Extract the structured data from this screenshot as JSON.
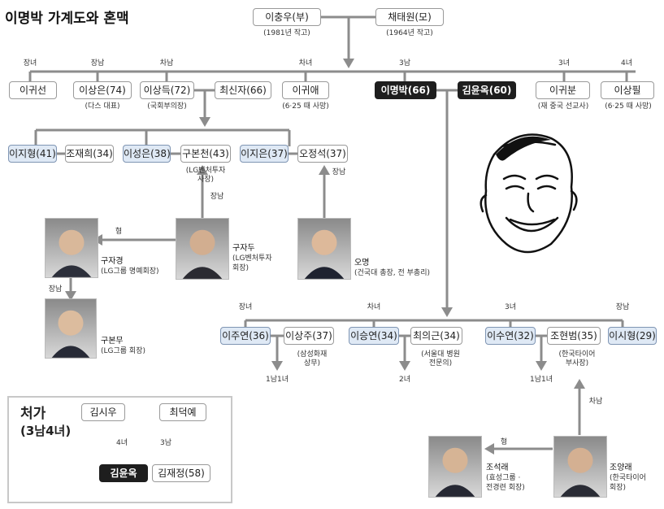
{
  "title": "이명박 가계도와 혼맥",
  "parents": {
    "father": {
      "name": "이충우(부)",
      "note": "(1981년 작고)"
    },
    "mother": {
      "name": "채태원(모)",
      "note": "(1964년 작고)"
    }
  },
  "siblings": [
    {
      "rank": "장녀",
      "name": "이귀선"
    },
    {
      "rank": "장남",
      "name": "이상은(74)",
      "note": "(다스 대표)"
    },
    {
      "rank": "차남",
      "name": "이상득(72)",
      "note": "(국회부의장)"
    },
    {
      "spouse": "최신자(66)"
    },
    {
      "rank": "차녀",
      "name": "이귀애",
      "note": "(6·25 때 사망)"
    },
    {
      "rank": "3남",
      "name": "이명박(66)"
    },
    {
      "spouse": "김윤옥(60)"
    },
    {
      "rank": "3녀",
      "name": "이귀분",
      "note": "(재 중국 선교사)"
    },
    {
      "rank": "4녀",
      "name": "이상필",
      "note": "(6·25 때 사망)"
    }
  ],
  "sangdeuk_children": [
    {
      "name": "이지형(41)",
      "spouse": "조재희(34)"
    },
    {
      "name": "이성은(38)",
      "spouse": "구본천(43)",
      "spouse_note1": "(LG벤처투자",
      "spouse_note2": "사장)"
    },
    {
      "name": "이지은(37)",
      "spouse": "오정석(37)"
    }
  ],
  "relations": {
    "hyung": "형",
    "jangnam": "장남",
    "chanam": "차남",
    "koo_jakyung": {
      "name": "구자경",
      "note": "(LG그룹 명예회장)"
    },
    "koo_jadu": {
      "name": "구자두",
      "note1": "(LG벤처투자",
      "note2": "회장)"
    },
    "oh_myung": {
      "name": "오명",
      "note": "(건국대 총장, 전 부총리)"
    },
    "koo_bonmu": {
      "name": "구본무",
      "note": "(LG그룹 회장)"
    },
    "cho_seokrae": {
      "name": "조석래",
      "note1": "(효성그룹 ·",
      "note2": "전경련 회장)"
    },
    "cho_yangrae": {
      "name": "조양래",
      "note1": "(한국타이어",
      "note2": "회장)"
    }
  },
  "mb_children": [
    {
      "rank": "장녀",
      "name": "이주연(36)",
      "spouse": "이상주(37)",
      "note1": "(삼성화재",
      "note2": "상무)",
      "kids": "1남1녀"
    },
    {
      "rank": "차녀",
      "name": "이승연(34)",
      "spouse": "최의근(34)",
      "note1": "(서울대 병원",
      "note2": "전문의)",
      "kids": "2녀"
    },
    {
      "rank": "3녀",
      "name": "이수연(32)",
      "spouse": "조현범(35)",
      "note1": "(한국타이어",
      "note2": "부사장)",
      "kids": "1남1녀"
    },
    {
      "rank": "장남",
      "name": "이시형(29)"
    }
  ],
  "inlaws": {
    "title": "처가",
    "subtitle": "(3남4녀)",
    "father": "김시우",
    "mother": "최덕예",
    "rank_left": "4녀",
    "rank_right": "3남",
    "daughter": "김윤옥",
    "son": "김재정(58)"
  },
  "colors": {
    "line": "#8c8c8c",
    "blue_box": "#dfe9f5",
    "dark_box": "#1e1e1e"
  }
}
